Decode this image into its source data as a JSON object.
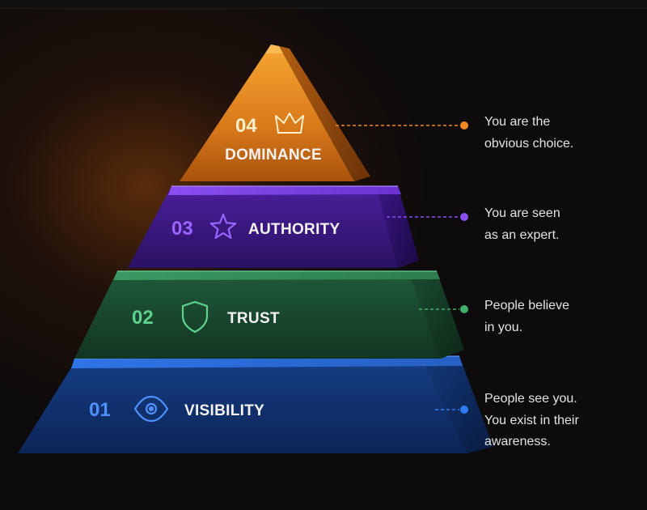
{
  "colors": {
    "background": "#0d0b0b",
    "dominance": "#f08a24",
    "authority": "#8b4ff0",
    "trust": "#3fb06a",
    "visibility": "#2f7bf0"
  },
  "levels": [
    {
      "key": "dominance",
      "number": "04",
      "label": "DOMINANCE",
      "icon": "crown-icon",
      "description": [
        "You are the",
        "obvious choice."
      ],
      "accent": "#f08a24"
    },
    {
      "key": "authority",
      "number": "03",
      "label": "AUTHORITY",
      "icon": "star-icon",
      "description": [
        "You are seen",
        "as an expert."
      ],
      "accent": "#8b4ff0"
    },
    {
      "key": "trust",
      "number": "02",
      "label": "TRUST",
      "icon": "shield-icon",
      "description": [
        "People believe",
        "in you."
      ],
      "accent": "#3fb06a"
    },
    {
      "key": "visibility",
      "number": "01",
      "label": "VISIBILITY",
      "icon": "eye-icon",
      "description": [
        "People see you.",
        "You exist in their",
        "awareness."
      ],
      "accent": "#2f7bf0"
    }
  ]
}
